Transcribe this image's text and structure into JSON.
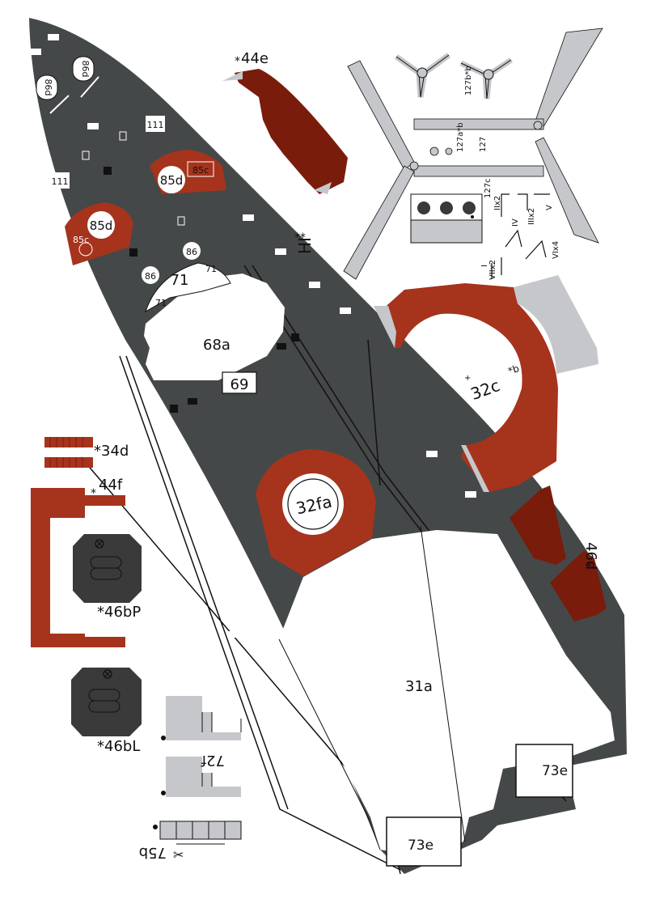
{
  "colors": {
    "deck": "#454848",
    "red": "#a6331c",
    "dark_red": "#7a1c0c",
    "grey": "#c5c7cb",
    "black_part": "#3a3a3a",
    "white": "#ffffff",
    "line": "#111111"
  },
  "labels": {
    "p44e": "44e",
    "p44e_star": "*",
    "p127b": "127b*b",
    "p127a": "127a*b",
    "p127": "127",
    "p127c": "127c",
    "r_IIx2": "IIx2",
    "r_IV": "IV",
    "r_IIIx2": "IIIx2",
    "r_V": "V",
    "r_VIx4": "VIx4",
    "r_VIIx2": "VIIx2",
    "r_I": "I",
    "hi": "HI",
    "hi_stars": "**",
    "p32c": "32c",
    "p32c_sup": "*b",
    "p46d": "46d",
    "p46d_star": "*",
    "p34d": "*34d",
    "p44f": "44f",
    "p44f_star": "*",
    "p46bP": "*46bP",
    "p46bL": "*46bL",
    "p72f": "72f",
    "p75b": "75b",
    "d86d_1": "86d",
    "d86d_2": "86d",
    "d111_1": "111",
    "d111_2": "111",
    "d85d_1": "85d",
    "d85c_1": "85c",
    "d85d_2": "85d",
    "d85c_2": "85c",
    "d86_1": "86",
    "d86_2": "86",
    "d71_main": "71",
    "d71_left": "71",
    "d71_right": "71",
    "d68a": "68a",
    "d69": "69",
    "d32fa": "32fa",
    "d31a": "31a",
    "d73e_right": "73e",
    "d73e_left": "73e"
  }
}
